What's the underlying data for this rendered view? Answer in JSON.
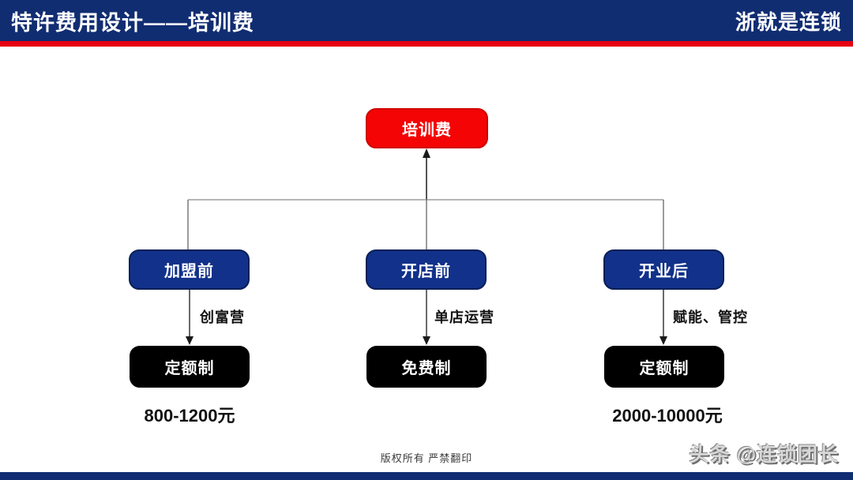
{
  "header": {
    "title": "特许费用设计——培训费",
    "brand": "浙就是连锁",
    "bg_color": "#112d72",
    "accent_color": "#e60012"
  },
  "diagram": {
    "type": "flowchart",
    "root": {
      "label": "培训费",
      "color": "#f40404"
    },
    "stage_color": "#11318a",
    "model_color": "#000000",
    "branches": [
      {
        "stage": "加盟前",
        "arrow_label": "创富营",
        "model": "定额制",
        "price": "800-1200元"
      },
      {
        "stage": "开店前",
        "arrow_label": "单店运营",
        "model": "免费制",
        "price": ""
      },
      {
        "stage": "开业后",
        "arrow_label": "赋能、管控",
        "model": "定额制",
        "price": "2000-10000元"
      }
    ]
  },
  "footer": {
    "copyright": "版权所有  严禁翻印",
    "watermark": "头条 @连锁团长"
  }
}
